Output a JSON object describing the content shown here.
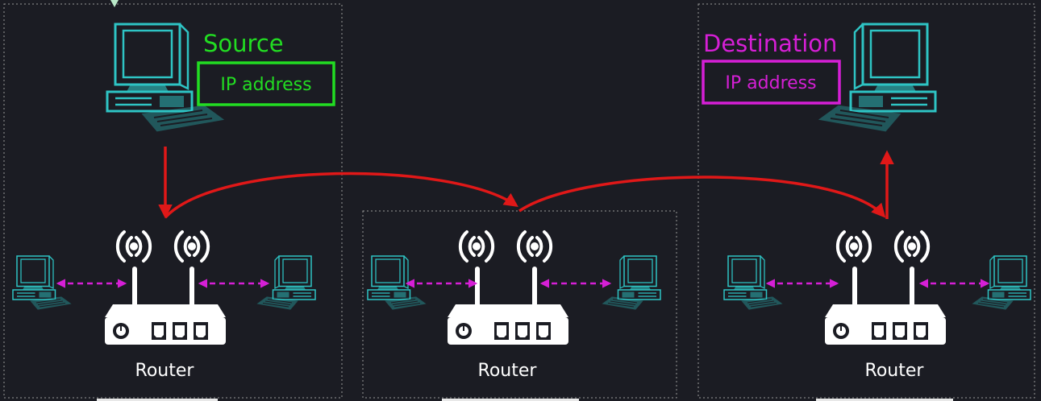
{
  "colors": {
    "background": "#1b1c23",
    "device": "#2ec4c4",
    "source": "#22dd22",
    "destination": "#d61fd6",
    "path": "#e01818",
    "local_link": "#d61fd6",
    "router": "#ffffff",
    "box_border": "#9a9a9a"
  },
  "source": {
    "title": "Source",
    "ip_label": "IP address",
    "icon": "desktop-computer-icon"
  },
  "destination": {
    "title": "Destination",
    "ip_label": "IP address",
    "icon": "desktop-computer-icon"
  },
  "routers": [
    {
      "label": "Router",
      "icon": "wifi-router-icon"
    },
    {
      "label": "Router",
      "icon": "wifi-router-icon"
    },
    {
      "label": "Router",
      "icon": "wifi-router-icon"
    }
  ],
  "local_device_icon": "desktop-computer-icon",
  "link_icon": "dashed-double-arrow"
}
